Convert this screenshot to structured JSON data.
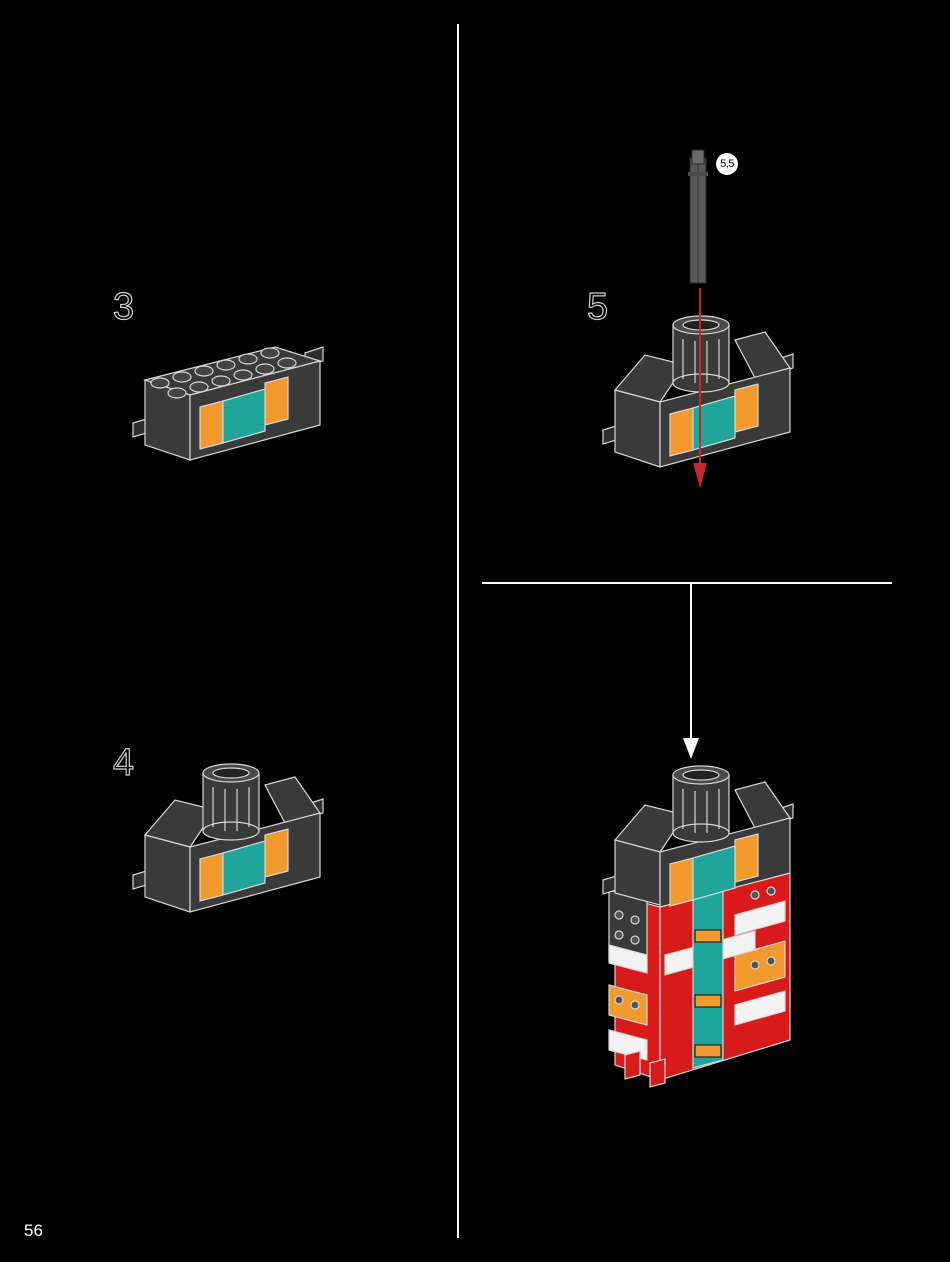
{
  "page": {
    "number": "56"
  },
  "steps": [
    {
      "number": "3"
    },
    {
      "number": "4"
    },
    {
      "number": "5",
      "part_callout": "5,5"
    }
  ],
  "icons": [
    "axle-icon",
    "insert-arrow-icon",
    "submodel-arrow-icon"
  ],
  "colors": {
    "background": "#000000",
    "brick_dark": "#3a3a3a",
    "brick_outline": "#d6d6d6",
    "orange": "#f39a2e",
    "teal": "#1fa59a",
    "red": "#d81a1a",
    "white_brick": "#f2f2f2",
    "arrow_red": "#c6282b",
    "lines": "#ffffff"
  }
}
